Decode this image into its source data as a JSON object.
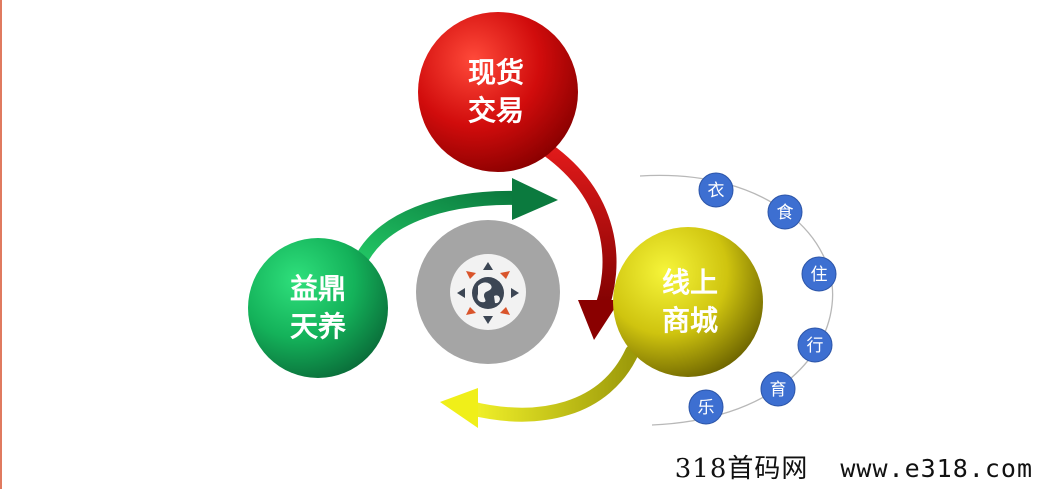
{
  "nodes": {
    "top": {
      "line1": "现货",
      "line2": "交易",
      "color_from": "#e61b1b",
      "color_to": "#8a0000"
    },
    "right": {
      "line1": "线上",
      "line2": "商城",
      "color_from": "#f0ef19",
      "color_to": "#7a7000"
    },
    "left": {
      "line1": "益鼎",
      "line2": "天养",
      "color_from": "#19d46a",
      "color_to": "#0a6e3a"
    }
  },
  "satellites": [
    "衣",
    "食",
    "住",
    "行",
    "育",
    "乐"
  ],
  "satellite_color": "#3d6fd1",
  "center_color": "#a6a6a6",
  "footer": {
    "site_name": "318首码网",
    "site_url": "www.e318.com"
  }
}
